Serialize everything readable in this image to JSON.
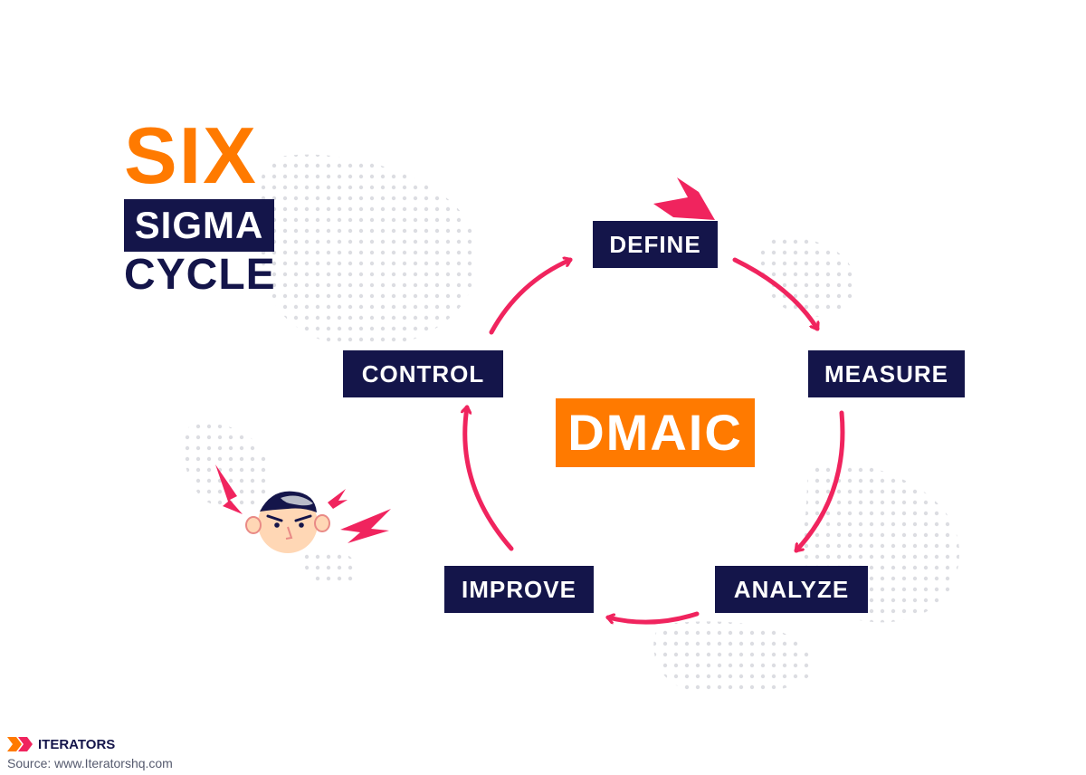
{
  "title": {
    "line1": "SIX",
    "line2": "SIGMA",
    "line3": "CYCLE"
  },
  "center_label": "DMAIC",
  "steps": {
    "define": "DEFINE",
    "measure": "MEASURE",
    "analyze": "ANALYZE",
    "improve": "IMPROVE",
    "control": "CONTROL"
  },
  "brand": {
    "name": "ITERATORS",
    "source": "Source: www.Iteratorshq.com"
  },
  "colors": {
    "navy": "#14154a",
    "orange": "#ff7a00",
    "arrow_pink": "#f0245e",
    "dots_gray": "#dcdde2",
    "face": "#ffd7b5"
  },
  "icons": [
    "lightning-bolt-icon",
    "grumpy-face-icon",
    "iterators-logo-icon"
  ]
}
